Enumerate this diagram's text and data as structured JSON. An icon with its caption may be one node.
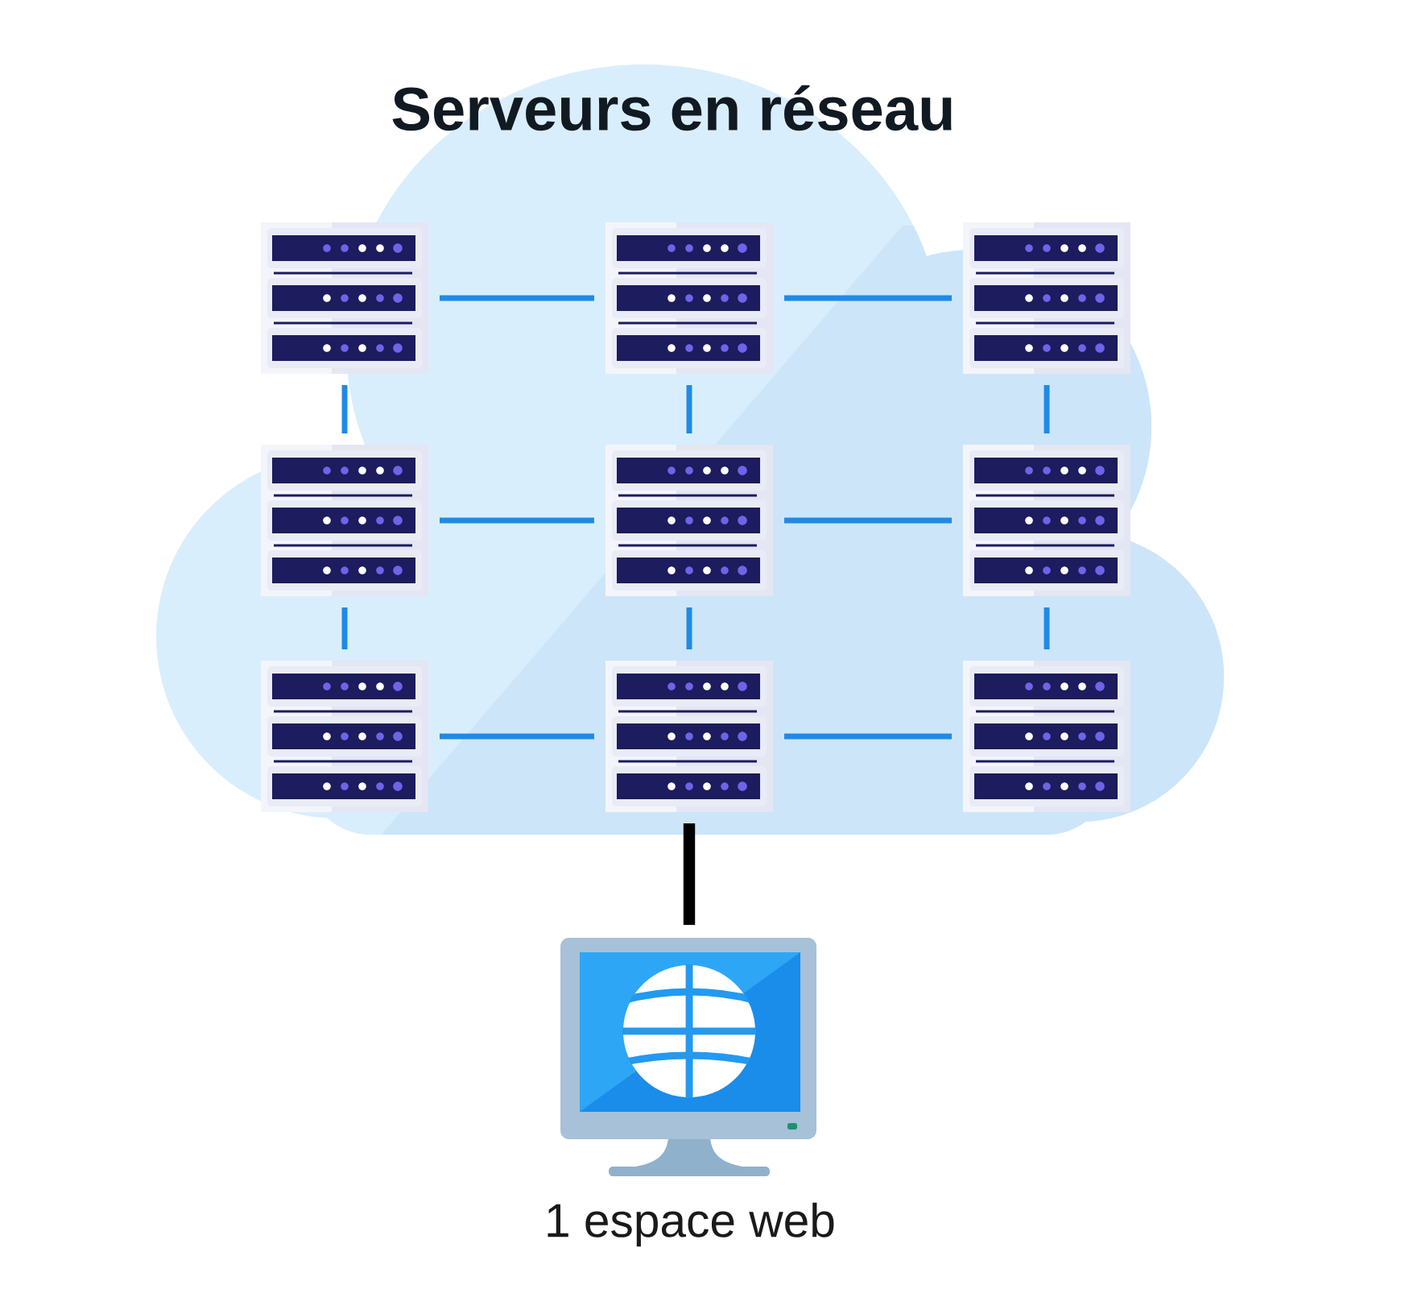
{
  "diagram": {
    "title": "Serveurs en réseau",
    "nodes": [
      {
        "text": [],
        "shape": "cloud"
      },
      {
        "text": [],
        "shape": "picture",
        "in": 0
      },
      {
        "text": [],
        "shape": "picture",
        "in": 0
      },
      {
        "text": [],
        "shape": "picture",
        "in": 0
      },
      {
        "text": [],
        "shape": "picture",
        "in": 0
      },
      {
        "text": [],
        "shape": "picture",
        "in": 0
      },
      {
        "text": [],
        "shape": "picture",
        "in": 0
      },
      {
        "text": [],
        "shape": "picture",
        "in": 0
      },
      {
        "text": [],
        "shape": "picture",
        "in": 0
      },
      {
        "text": [],
        "shape": "picture",
        "in": 0
      },
      {
        "text": [],
        "shape": "picture",
        "beside": [
          "1 espace web"
        ]
      }
    ],
    "edges": [
      {
        "from": 1,
        "to": 2,
        "arrow": "none"
      },
      {
        "from": 2,
        "to": 3,
        "arrow": "none"
      },
      {
        "from": 1,
        "to": 4,
        "arrow": "none"
      },
      {
        "from": 2,
        "to": 5,
        "arrow": "none"
      },
      {
        "from": 3,
        "to": 6,
        "arrow": "none"
      },
      {
        "from": 4,
        "to": 5,
        "arrow": "none"
      },
      {
        "from": 5,
        "to": 6,
        "arrow": "none"
      },
      {
        "from": 4,
        "to": 7,
        "arrow": "none"
      },
      {
        "from": 5,
        "to": 8,
        "arrow": "none"
      },
      {
        "from": 6,
        "to": 9,
        "arrow": "none"
      },
      {
        "from": 7,
        "to": 8,
        "arrow": "none"
      },
      {
        "from": 8,
        "to": 9,
        "arrow": "none"
      },
      {
        "from": 8,
        "to": 10,
        "arrow": "none",
        "style": "thick",
        "color": "#000000"
      }
    ]
  }
}
